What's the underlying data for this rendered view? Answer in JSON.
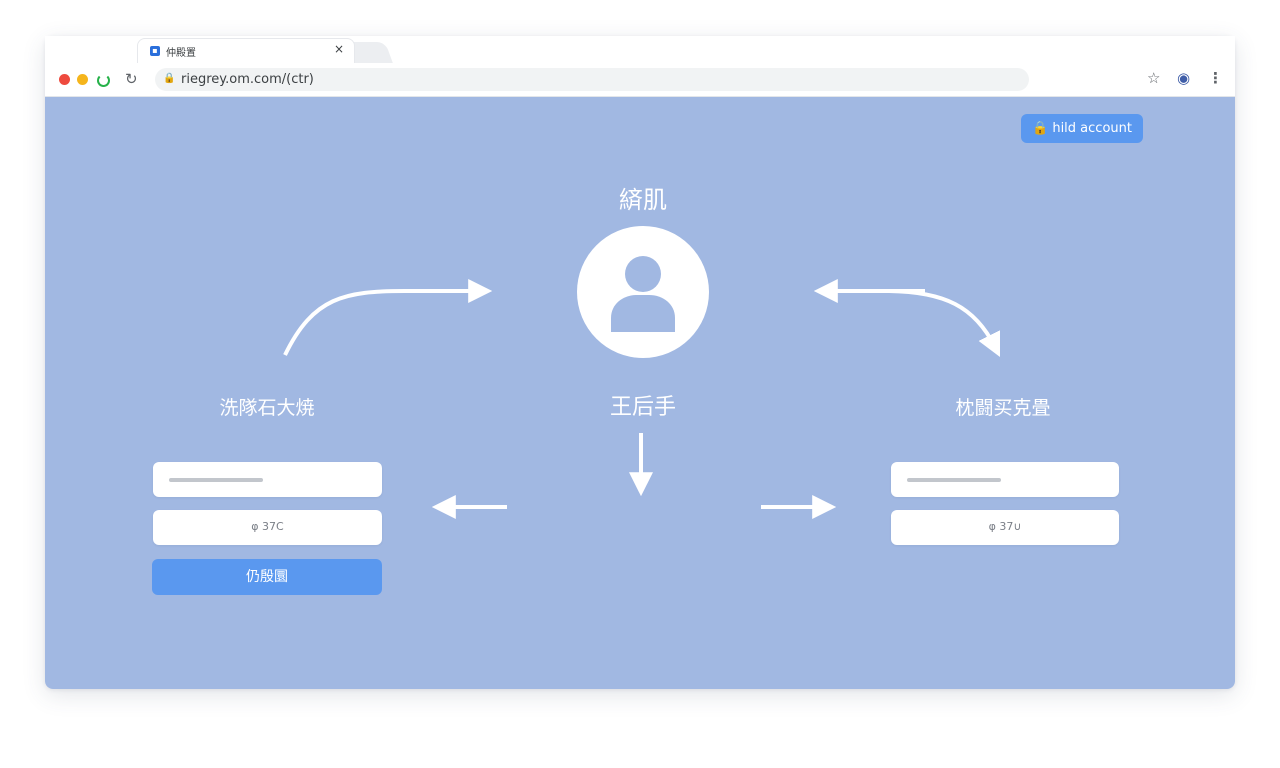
{
  "browser": {
    "tab": {
      "favicon": "app-favicon",
      "title": "仲殿置",
      "close": "×"
    },
    "toolbar": {
      "reload": "↻",
      "lock": "🔒",
      "url": "riegrey.om.com/(ctr)",
      "star": "☆",
      "profile": "◉",
      "menu": "⋮"
    }
  },
  "page": {
    "build_account_label": "🔒 hild account",
    "top_label": "緕肌",
    "center_label": "王后手",
    "left": {
      "label": "洗隊石大焼",
      "password_placeholder": "φ 37C",
      "submit_label": "仍殷圜"
    },
    "right": {
      "label": "枕闘买克畳",
      "password_placeholder": "φ 37∪"
    }
  },
  "colors": {
    "canvas": "#a1b8e2",
    "accent": "#5a98ef",
    "field": "#ffffff",
    "text_on_canvas": "#ffffff"
  },
  "icons": [
    "app-favicon",
    "reload-icon",
    "lock-icon",
    "star-icon",
    "profile-icon",
    "menu-icon",
    "user-avatar-icon",
    "arrow-icon"
  ]
}
